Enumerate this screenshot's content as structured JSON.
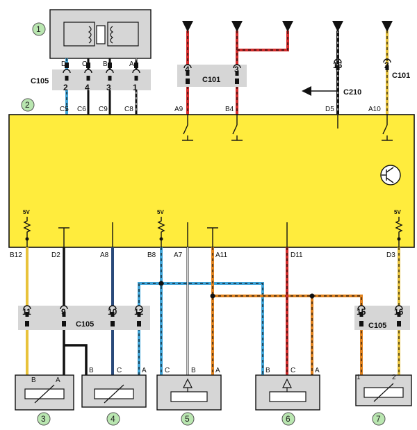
{
  "callouts": [
    "1",
    "2",
    "3",
    "4",
    "5",
    "6",
    "7"
  ],
  "connectors": {
    "c105_top": "C105",
    "c101": "C101",
    "c210": "C210",
    "c101_right": "C101",
    "c105_bottom": "C105",
    "c105_bottom_right": "C105"
  },
  "top_pins": {
    "comp1_letters": [
      "D",
      "C",
      "B",
      "A"
    ],
    "c105_nums": [
      "2",
      "4",
      "3",
      "1"
    ],
    "ecu_pins": [
      "C5",
      "C6",
      "C9",
      "C8"
    ],
    "c101_nums": [
      "4",
      "3"
    ],
    "c101_ecu_pins": [
      "A9",
      "B4"
    ],
    "c210_num": "16",
    "c210_ecu_pin": "D5",
    "c101r_num": "2",
    "c101r_ecu_pin": "A10"
  },
  "bottom_pins": {
    "ecu_pins": [
      "B12",
      "D2",
      "A8",
      "B8",
      "A7",
      "A11",
      "D11",
      "D3"
    ],
    "c105_nums": [
      "11",
      "9",
      "10",
      "12"
    ],
    "c105r_nums": [
      "15",
      "16"
    ],
    "supply": "5V"
  },
  "sensor_pins": {
    "s3": [
      "B",
      "A"
    ],
    "s4": [
      "B",
      "C",
      "A"
    ],
    "s5": [
      "C",
      "B",
      "A"
    ],
    "s6": [
      "B",
      "C",
      "A"
    ],
    "s7": [
      "1",
      "2"
    ]
  },
  "colors": {
    "ecu_fill": "#ffec3d",
    "connector_gray": "#d6d6d6",
    "callout_green": "#b9e6b0",
    "wire_red": "#d42a2a",
    "wire_blue": "#3fa4d8",
    "wire_orange": "#e0821e",
    "wire_darkblue": "#2a4a7a",
    "wire_yellow": "#e8c23a"
  }
}
